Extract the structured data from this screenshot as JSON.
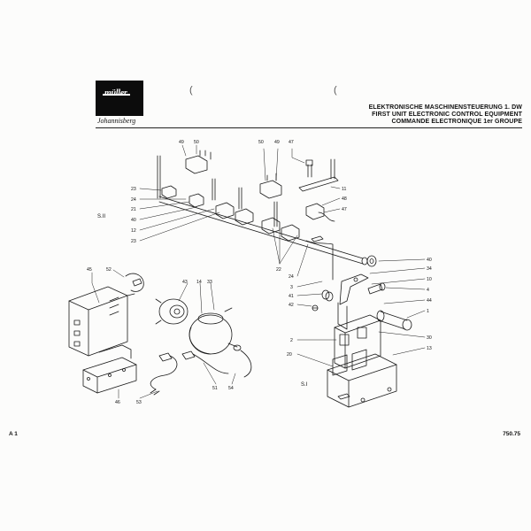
{
  "brand": {
    "logo_text": "müller",
    "name": "Johannisberg"
  },
  "header": {
    "line1": "ELEKTRONISCHE MASCHINENSTEUERUNG 1. DW",
    "line2": "FIRST UNIT ELECTRONIC CONTROL EQUIPMENT",
    "line3": "COMMANDE ELECTRONIQUE 1er GROUPE"
  },
  "binder_marks": [
    "(",
    "("
  ],
  "footer": {
    "left": "A 1",
    "right": "750.75"
  },
  "sections": [
    "S.II",
    "S.I"
  ],
  "callouts": {
    "c49a": "49",
    "c50a": "50",
    "c50b": "50",
    "c49b": "49",
    "c47a": "47",
    "c23a": "23",
    "c24": "24",
    "c21": "21",
    "c40a": "40",
    "c12": "12",
    "c23b": "23",
    "c11": "11",
    "c48": "48",
    "c47b": "47",
    "c40b": "40",
    "c34": "34",
    "c10": "10",
    "c4": "4",
    "c44": "44",
    "c1": "1",
    "c30": "30",
    "c13": "13",
    "c22": "22",
    "c24b": "24",
    "c3": "3",
    "c41": "41",
    "c42": "42",
    "c2": "2",
    "c20": "20",
    "c45": "45",
    "c52": "52",
    "c43": "43",
    "c14": "14",
    "c33": "33",
    "c46": "46",
    "c53": "53",
    "c51": "51",
    "c54": "54"
  }
}
